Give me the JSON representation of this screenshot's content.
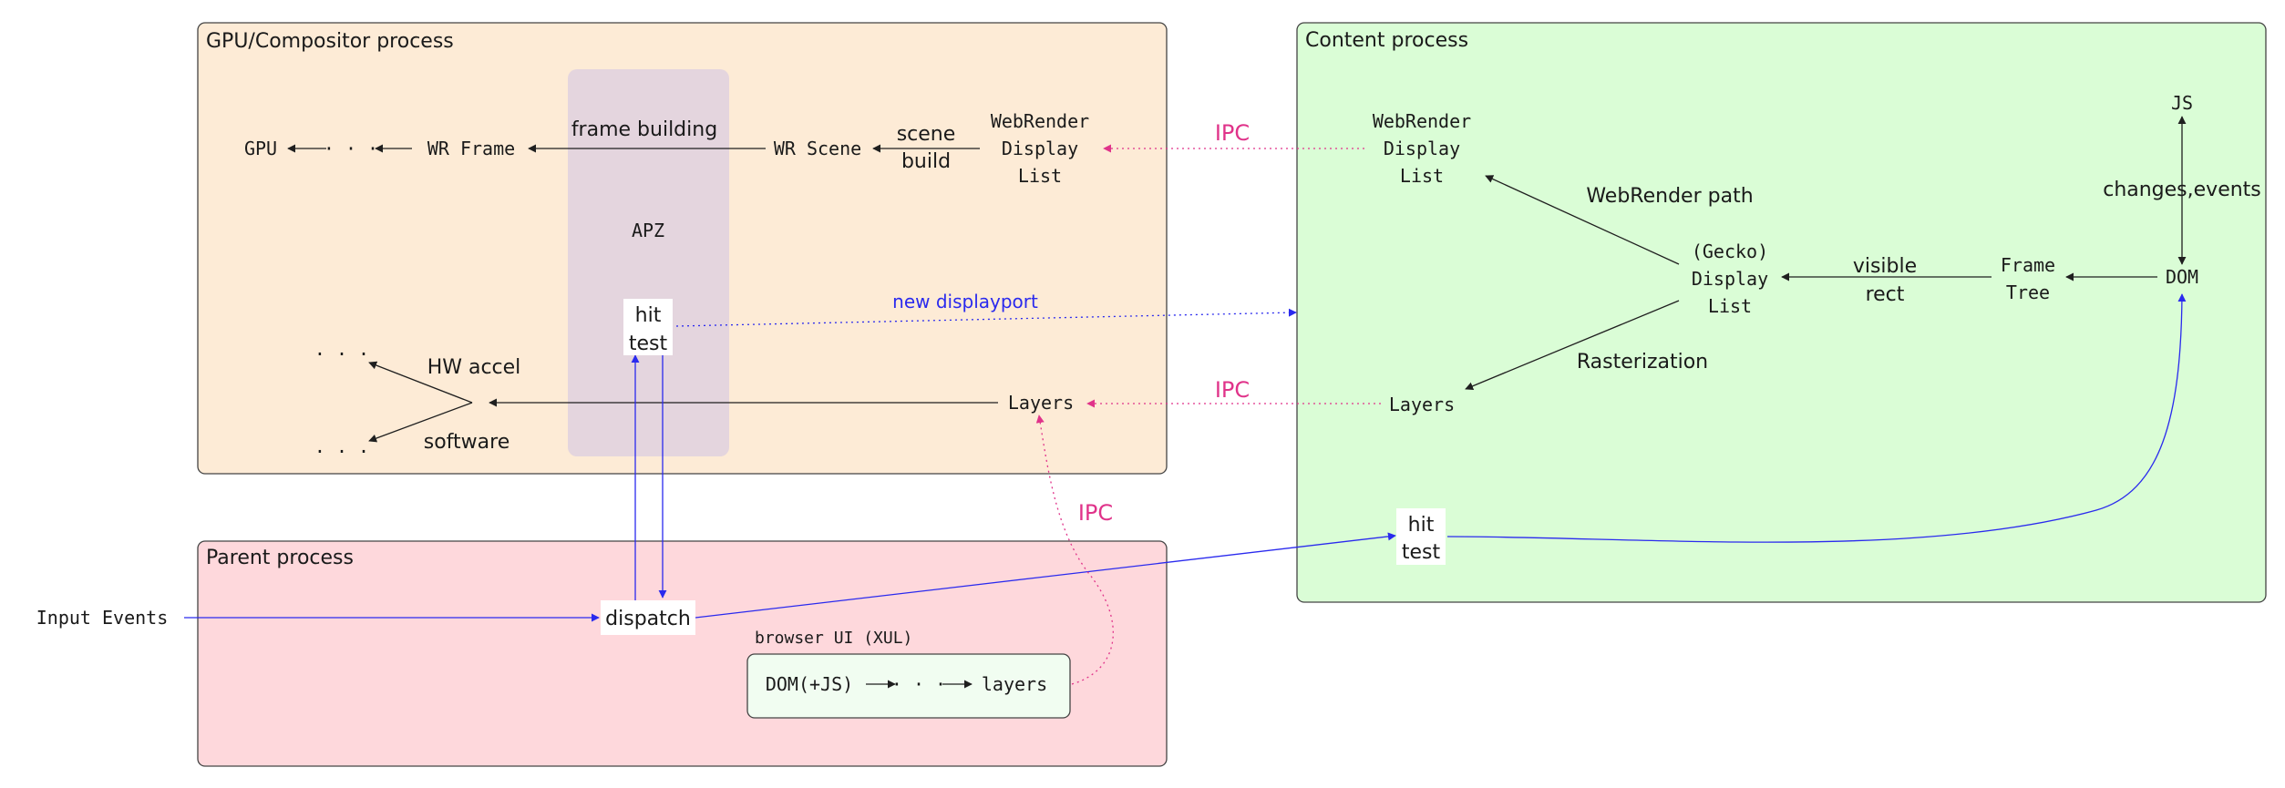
{
  "regions": {
    "gpu": {
      "title": "GPU/Compositor process"
    },
    "content": {
      "title": "Content process"
    },
    "parent": {
      "title": "Parent process"
    },
    "apz": {
      "label": "APZ"
    }
  },
  "nodes": {
    "gpu": "GPU",
    "gpu_dots": "· · ·",
    "wr_frame": "WR Frame",
    "frame_building": "frame building",
    "wr_scene": "WR Scene",
    "scene_build": [
      "scene",
      "build"
    ],
    "wr_display_list_gpu": [
      "WebRender",
      "Display",
      "List"
    ],
    "hit_test_apz": [
      "hit",
      "test"
    ],
    "hw_dots": ". . .",
    "sw_dots": ". . .",
    "hw_accel": "HW accel",
    "software": "software",
    "layers_gpu": "Layers",
    "wr_display_list_content": [
      "WebRender",
      "Display",
      "List"
    ],
    "webrender_path": "WebRender path",
    "gecko_display_list": [
      "(Gecko)",
      "Display",
      "List"
    ],
    "visible_rect": [
      "visible",
      "rect"
    ],
    "frame_tree": [
      "Frame",
      "Tree"
    ],
    "dom": "DOM",
    "js": "JS",
    "changes_events": "changes,events",
    "rasterization": "Rasterization",
    "layers_content": "Layers",
    "hit_test_content": [
      "hit",
      "test"
    ],
    "input_events": "Input Events",
    "dispatch": "dispatch",
    "browser_ui": "browser UI (XUL)",
    "ui_dom": "DOM(+JS)",
    "ui_dots": "· · ·",
    "ui_layers": "layers"
  },
  "edge_labels": {
    "ipc_display_list": "IPC",
    "ipc_layers": "IPC",
    "ipc_parent": "IPC",
    "new_displayport": "new displayport"
  },
  "colors": {
    "gpu_fill": "#fdebd6",
    "content_fill": "#dafdd6",
    "parent_fill": "#fed8dc",
    "apz_fill": "#e4d5de",
    "ui_box_fill": "#f1fdf1",
    "ipc": "#e0338a",
    "input": "#2a2aee",
    "arrow": "#222222",
    "border": "#444444"
  }
}
